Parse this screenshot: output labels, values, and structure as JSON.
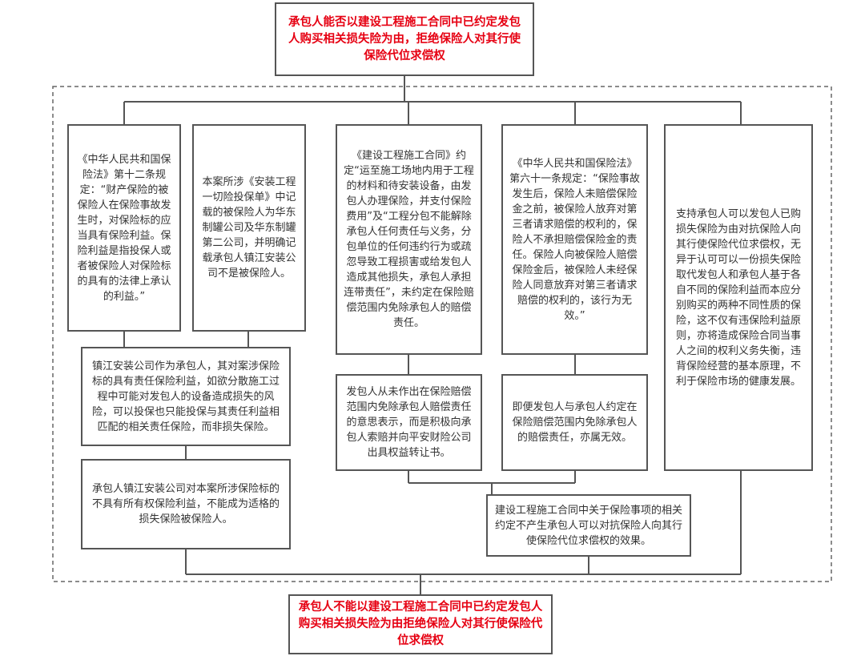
{
  "colors": {
    "border": "#555555",
    "text": "#333333",
    "accent_red": "#e60012",
    "dashed": "#666666"
  },
  "diagram": {
    "top_question": "承包人能否以建设工程施工合同中已约定发包人购买相关损失险为由，拒绝保险人对其行使保险代位求偿权",
    "col1": {
      "box_a": "《中华人民共和国保险法》第十二条规定：“财产保险的被保险人在保险事故发生时，对保险标的应当具有保险利益。保险利益是指投保人或者被保险人对保险标的具有的法律上承认的利益。”",
      "box_b": "本案所涉《安装工程一切险投保单》中记载的被保险人为华东制罐公司及华东制罐第二公司，并明确记载承包人镇江安装公司不是被保险人。",
      "box_c": "镇江安装公司作为承包人，其对案涉保险标的具有责任保险利益，如欲分散施工过程中可能对发包人的设备造成损失的风险，可以投保也只能投保与其责任利益相匹配的相关责任保险，而非损失保险。",
      "box_d": "承包人镇江安装公司对本案所涉保险标的不具有所有权保险利益，不能成为适格的损失保险被保险人。"
    },
    "col2": {
      "box_a": "《建设工程施工合同》约定“运至施工场地内用于工程的材料和待安装设备，由发包人办理保险，并支付保险费用”及“工程分包不能解除承包人任何责任与义务，分包单位的任何违约行为或疏忽导致工程损害或给发包人造成其他损失，承包人承担连带责任”，未约定在保险赔偿范围内免除承包人的赔偿责任。",
      "box_b": "发包人从未作出在保险赔偿范围内免除承包人赔偿责任的意思表示，而是积极向承包人索赔并向平安财险公司出具权益转让书。"
    },
    "col3": {
      "box_a": "《中华人民共和国保险法》第六十一条规定：“保险事故发生后，保险人未赔偿保险金之前，被保险人放弃对第三者请求赔偿的权利的，保险人不承担赔偿保险金的责任。保险人向被保险人赔偿保险金后，被保险人未经保险人同意放弃对第三者请求赔偿的权利的，该行为无效。”",
      "box_b": "即便发包人与承包人约定在保险赔偿范围内免除承包人的赔偿责任，亦属无效。"
    },
    "col4": {
      "box_a": "支持承包人可以发包人已购损失保险为由对抗保险人向其行使保险代位求偿权，无异于认可可以一份损失保险取代发包人和承包人基于各自不同的保险利益而本应分别购买的两种不同性质的保险，这不仅有违保险利益原则，亦将造成保险合同当事人之间的权利义务失衡，违背保险经营的基本原理，不利于保险市场的健康发展。"
    },
    "merge_box": "建设工程施工合同中关于保险事项的相关约定不产生承包人可以对抗保险人向其行使保险代位求偿权的效果。",
    "conclusion": "承包人不能以建设工程施工合同中已约定发包人购买相关损失险为由拒绝保险人对其行使保险代位求偿权"
  }
}
